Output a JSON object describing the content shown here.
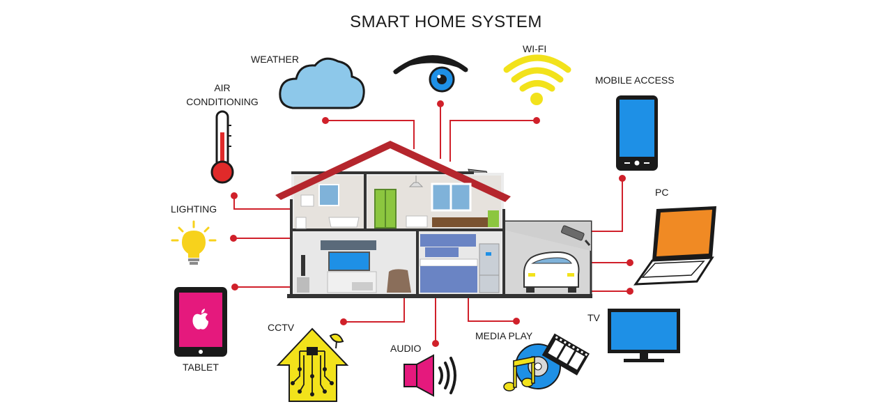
{
  "title": "SMART HOME SYSTEM",
  "labels": {
    "weather": "WEATHER",
    "wifi": "WI-FI",
    "mobile_access": "MOBILE ACCESS",
    "air_conditioning_line1": "AIR",
    "air_conditioning_line2": "CONDITIONING",
    "lighting": "LIGHTING",
    "pc": "PC",
    "tablet": "TABLET",
    "cctv": "CCTV",
    "audio": "AUDIO",
    "media_play": "MEDIA PLAY",
    "tv": "TV"
  },
  "colors": {
    "connector": "#d0202a",
    "roof": "#b5262d",
    "cloud": "#8dc8ea",
    "wifi": "#f2e21b",
    "device_blue": "#1e90e6",
    "laptop_screen": "#f08a24",
    "tablet_screen": "#e5197d",
    "cctv_house": "#f2e21b",
    "speaker": "#e5197d",
    "bulb": "#f7d21c",
    "thermometer": "#e02a2a",
    "eye_iris": "#1e90e6"
  },
  "icons": [
    "weather-cloud-icon",
    "eye-icon",
    "wifi-icon",
    "mobile-phone-icon",
    "thermometer-icon",
    "light-bulb-icon",
    "laptop-icon",
    "tablet-icon",
    "cctv-house-icon",
    "speaker-icon",
    "media-disc-icon",
    "tv-icon",
    "house-icon"
  ]
}
